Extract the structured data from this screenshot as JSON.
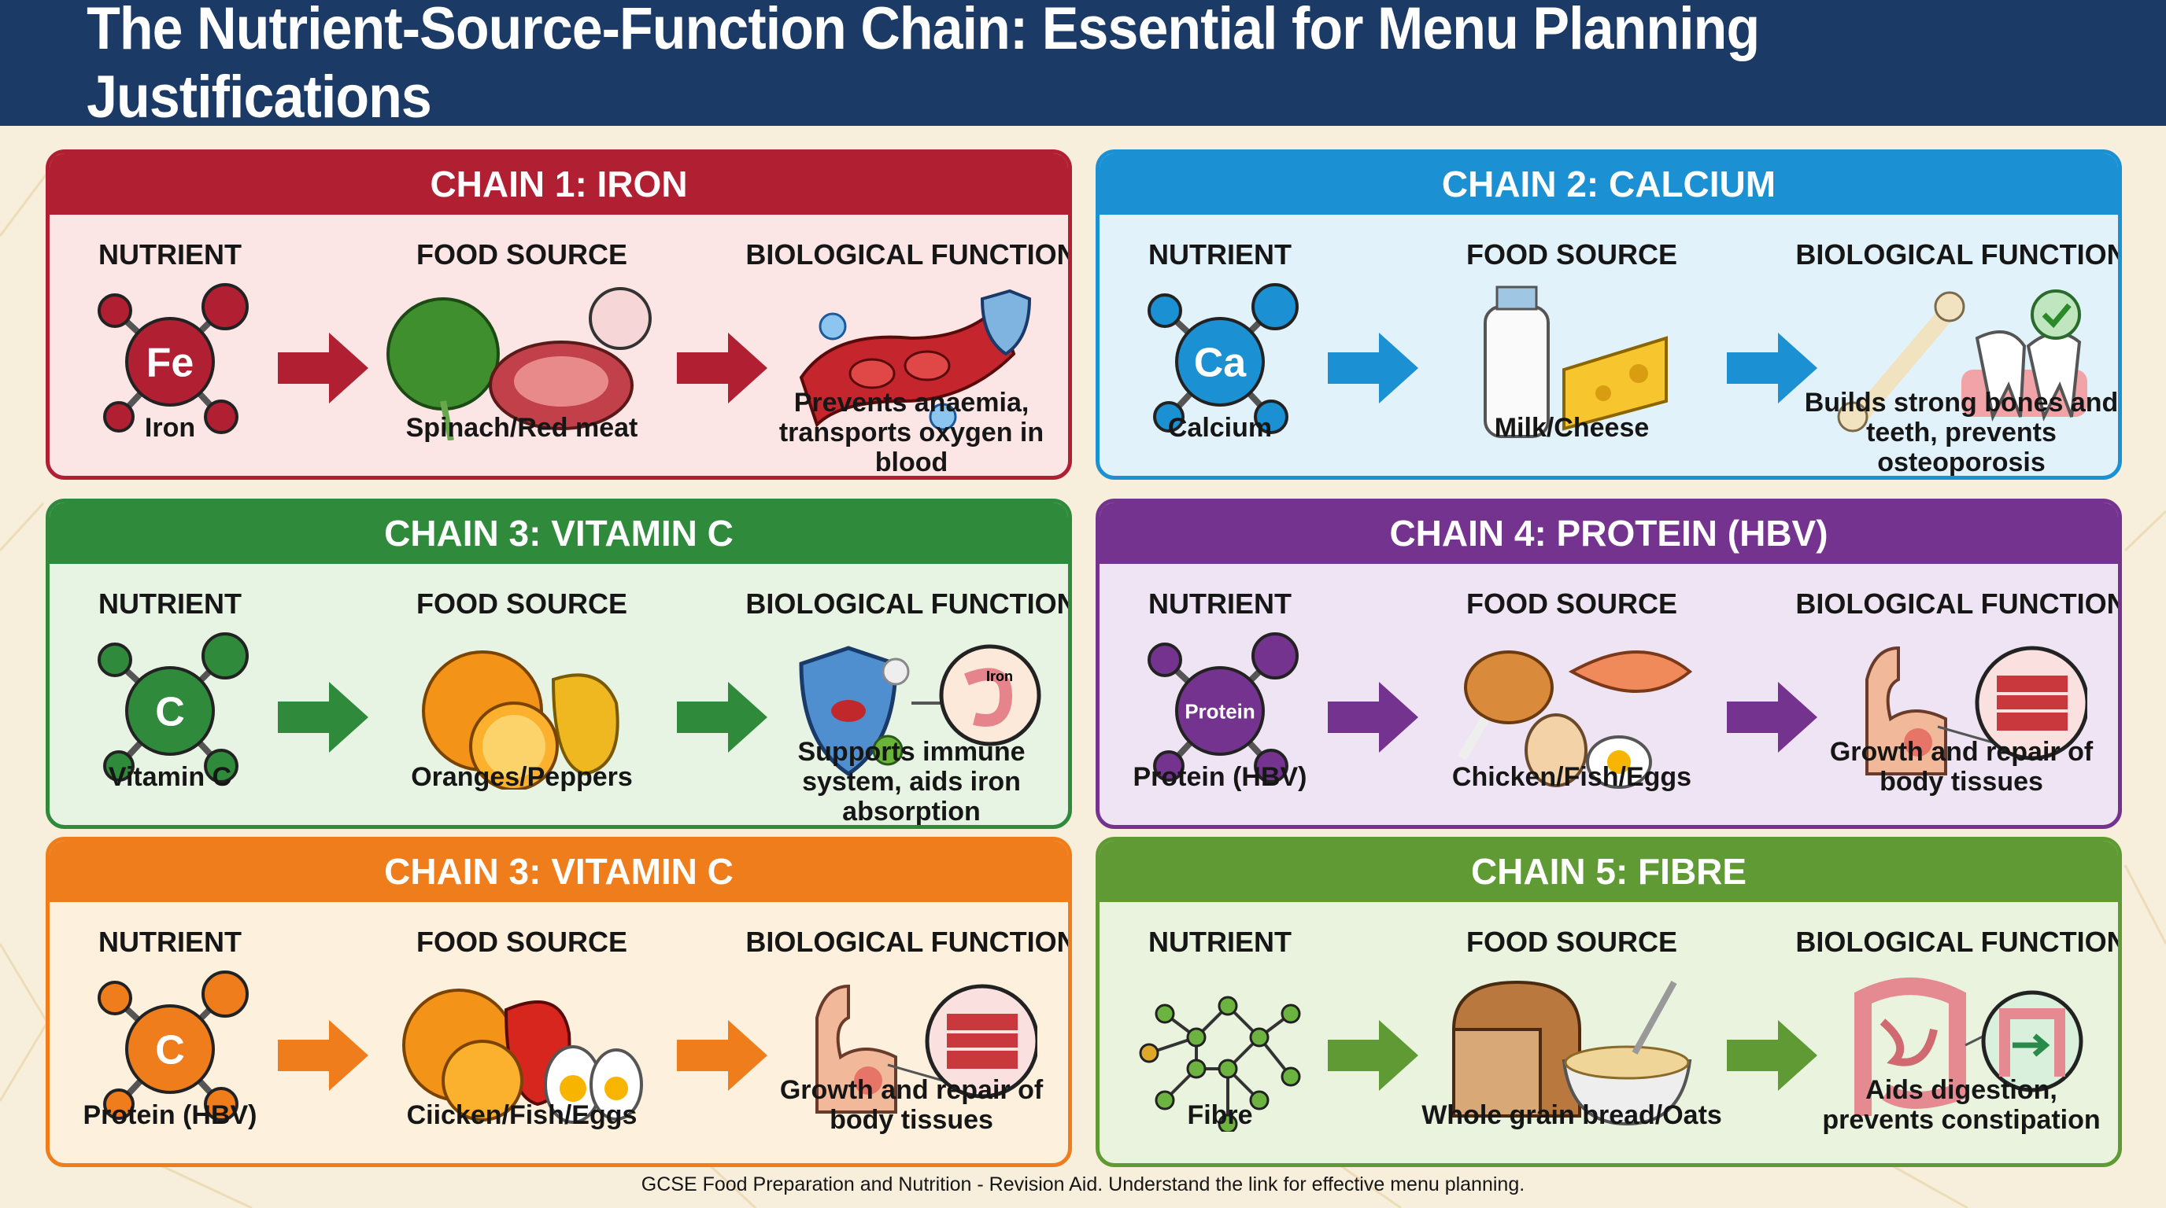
{
  "title": "The Nutrient-Source-Function Chain: Essential for Menu Planning Justifications",
  "column_headings": {
    "nutrient": "NUTRIENT",
    "food_source": "FOOD SOURCE",
    "function": "BIOLOGICAL FUNCTION"
  },
  "chains": [
    {
      "title": "CHAIN 1: IRON",
      "color": "#b01f32",
      "bg": "#fbe5e5",
      "symbol": "Fe",
      "nutrient": "Iron",
      "food_source": "Spinach/Red meat",
      "function": "Prevents anaemia, transports oxygen in blood",
      "nutrient_icon": "molecule-icon",
      "food_icon": "spinach-steak-icon",
      "function_icon": "blood-cells-icon"
    },
    {
      "title": "CHAIN 2: CALCIUM",
      "color": "#1b90d2",
      "bg": "#e2f2fb",
      "symbol": "Ca",
      "nutrient": "Calcium",
      "food_source": "Milk/Cheese",
      "function": "Builds strong bones and teeth, prevents osteoporosis",
      "nutrient_icon": "molecule-icon",
      "food_icon": "milk-cheese-icon",
      "function_icon": "bone-teeth-icon"
    },
    {
      "title": "CHAIN 3: VITAMIN C",
      "color": "#2f8a3c",
      "bg": "#e7f4e3",
      "symbol": "C",
      "nutrient": "Vitamin C",
      "food_source": "Oranges/Peppers",
      "function": "Supports immune system, aids iron absorption",
      "nutrient_icon": "molecule-icon",
      "food_icon": "orange-pepper-icon",
      "function_icon": "immune-shield-icon",
      "function_tag": "Iron"
    },
    {
      "title": "CHAIN 4: PROTEIN (HBV)",
      "color": "#74338f",
      "bg": "#efe4f3",
      "symbol": "Protein",
      "nutrient": "Protein (HBV)",
      "food_source": "Chicken/Fish/Eggs",
      "function": "Growth and repair of body tissues",
      "nutrient_icon": "molecule-icon",
      "food_icon": "chicken-fish-eggs-icon",
      "function_icon": "muscle-icon"
    },
    {
      "title": "CHAIN 3: VITAMIN C",
      "color": "#ef7d1c",
      "bg": "#fdf0dc",
      "symbol": "C",
      "nutrient": "Protein (HBV)",
      "food_source": "Ciicken/Fish/Eggs",
      "function": "Growth and repair of body tissues",
      "nutrient_icon": "molecule-icon",
      "food_icon": "orange-pepper-eggs-icon",
      "function_icon": "muscle-icon"
    },
    {
      "title": "CHAIN 5: FIBRE",
      "color": "#5f9a34",
      "bg": "#e9f3dd",
      "symbol": "",
      "nutrient": "Fibre",
      "food_source": "Whole grain bread/Oats",
      "function": "Aids digestion, prevents constipation",
      "nutrient_icon": "fibre-network-icon",
      "food_icon": "bread-oats-icon",
      "function_icon": "intestine-icon"
    }
  ],
  "footer": "GCSE Food Preparation and Nutrition - Revision Aid. Understand the link for effective menu planning."
}
